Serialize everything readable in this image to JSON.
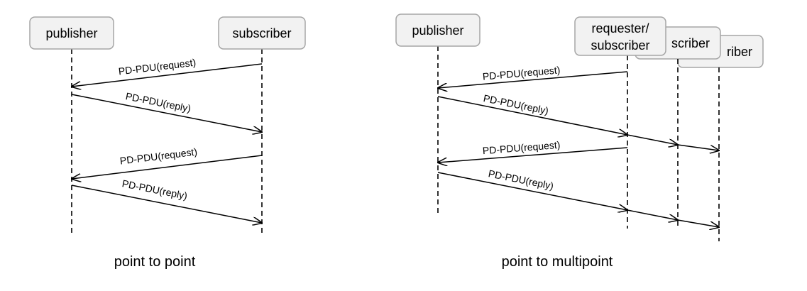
{
  "point_to_point": {
    "caption": "point to point",
    "publisher": "publisher",
    "subscriber": "subscriber",
    "messages": [
      "PD-PDU(request)",
      "PD-PDU(reply)",
      "PD-PDU(request)",
      "PD-PDU(reply)"
    ]
  },
  "point_to_multipoint": {
    "caption": "point to multipoint",
    "publisher": "publisher",
    "requester_line1": "requester/",
    "requester_line2": "subscriber",
    "subscriber2_visible": "scriber",
    "subscriber3_visible": "riber",
    "messages": [
      "PD-PDU(request)",
      "PD-PDU(reply)",
      "PD-PDU(request)",
      "PD-PDU(reply)"
    ]
  }
}
